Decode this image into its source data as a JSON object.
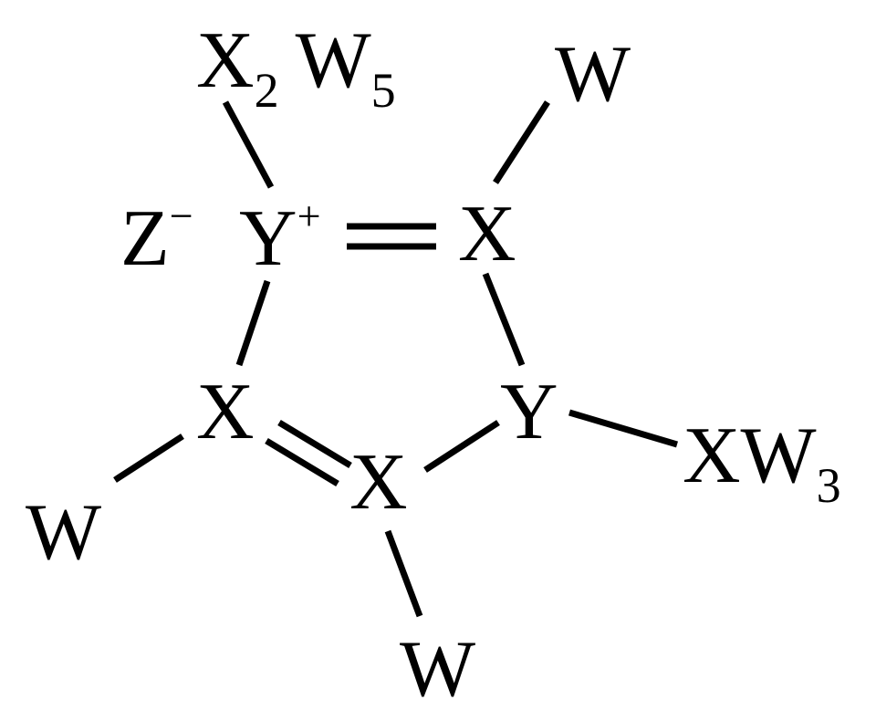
{
  "atoms": {
    "top_substituent": {
      "base1": "X",
      "sub1": "2",
      "base2": "W",
      "sub2": "5"
    },
    "counter_ion": {
      "symbol": "Z",
      "charge": "−"
    },
    "ring_cation": {
      "symbol": "Y",
      "charge": "+"
    },
    "ring_top_right": "X",
    "ring_right": "Y",
    "ring_left": "X",
    "ring_bottom": "X",
    "h_top_right": "W",
    "h_left": "W",
    "h_bottom": "W",
    "right_substituent": {
      "base": "XW",
      "sub": "3"
    }
  }
}
